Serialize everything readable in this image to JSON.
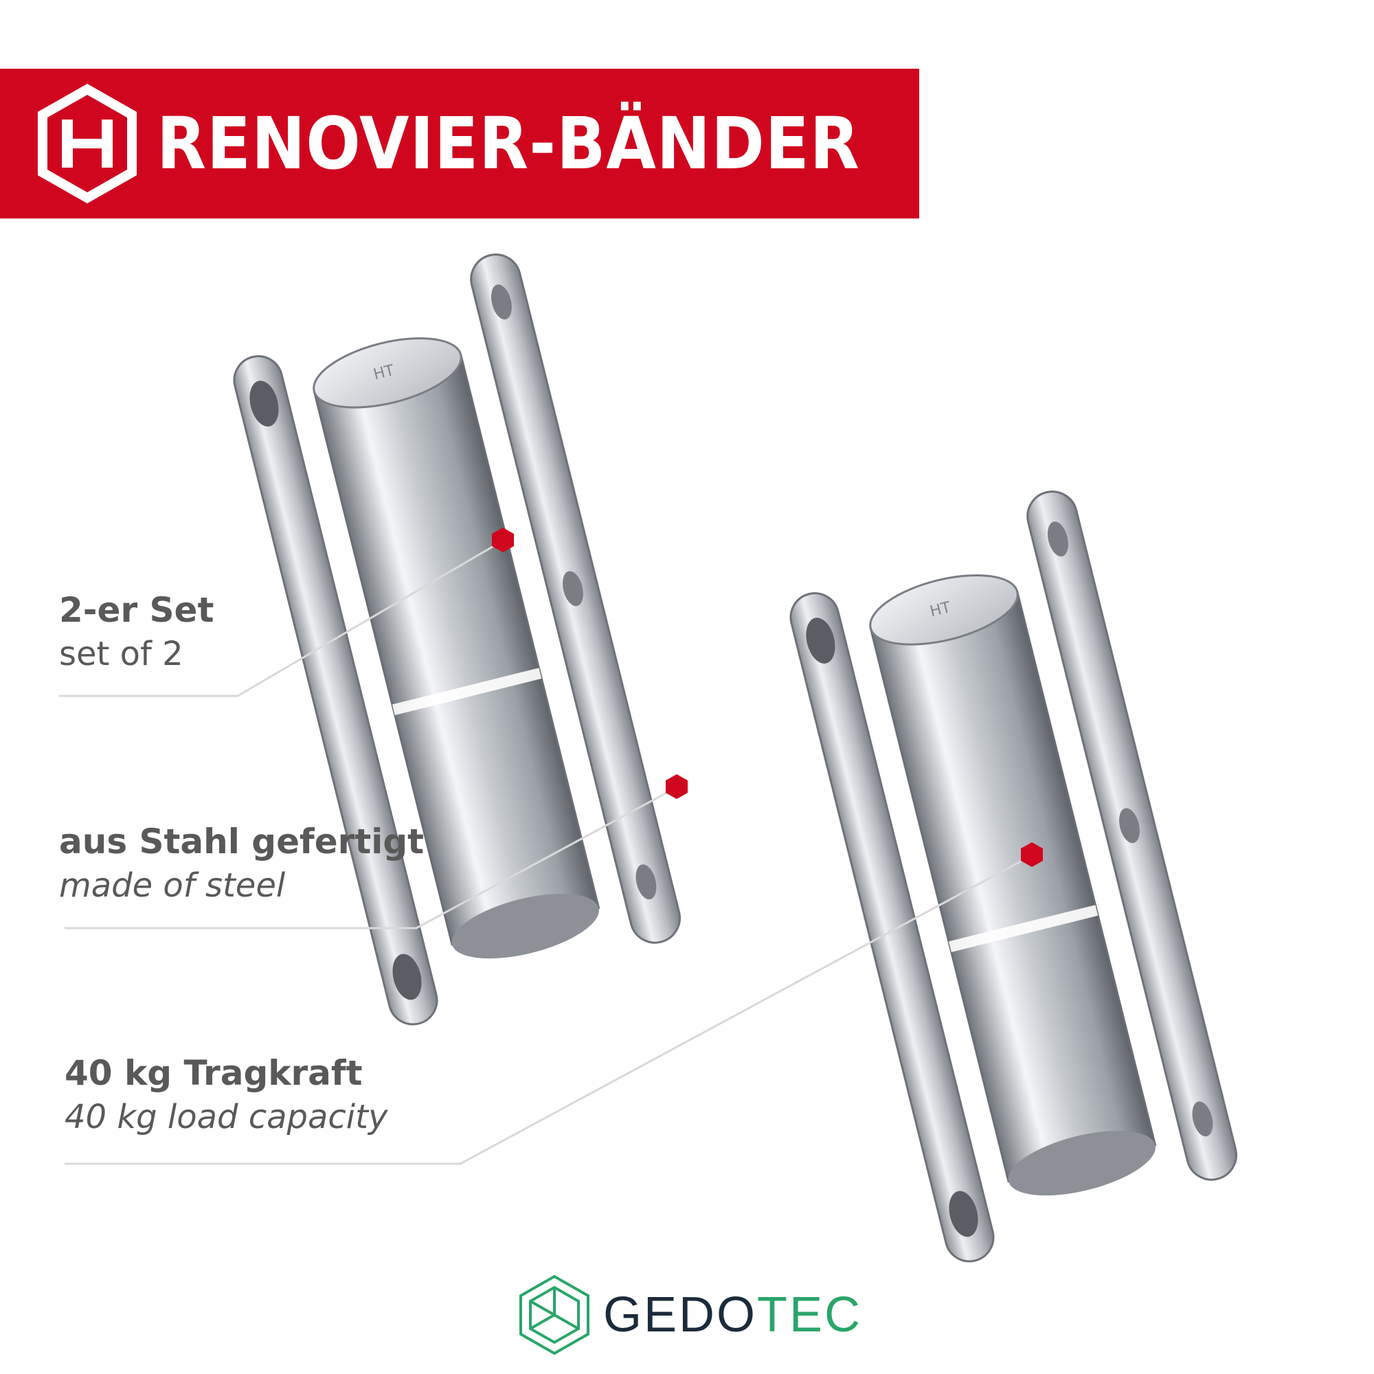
{
  "banner": {
    "title": "RENOVIER-BÄNDER",
    "color": "#d0061f",
    "logo_icon": "hexagon-h-icon"
  },
  "features": [
    {
      "title_de": "2-er Set",
      "subtitle_en": "set of 2"
    },
    {
      "title_de": "aus Stahl gefertigt",
      "subtitle_en": "made of steel"
    },
    {
      "title_de": "40 kg Tragkraft",
      "subtitle_en": "40 kg load capacity"
    }
  ],
  "marker_color": "#d0061f",
  "product": {
    "name": "hinge",
    "count": 2,
    "material_color": "#c9ccd1"
  },
  "brand": {
    "name_part1": "GEDO",
    "name_part2": "TEC",
    "color_dark": "#1c2b3a",
    "color_accent": "#2aa56a",
    "logo_icon": "gedotec-cube-icon"
  }
}
